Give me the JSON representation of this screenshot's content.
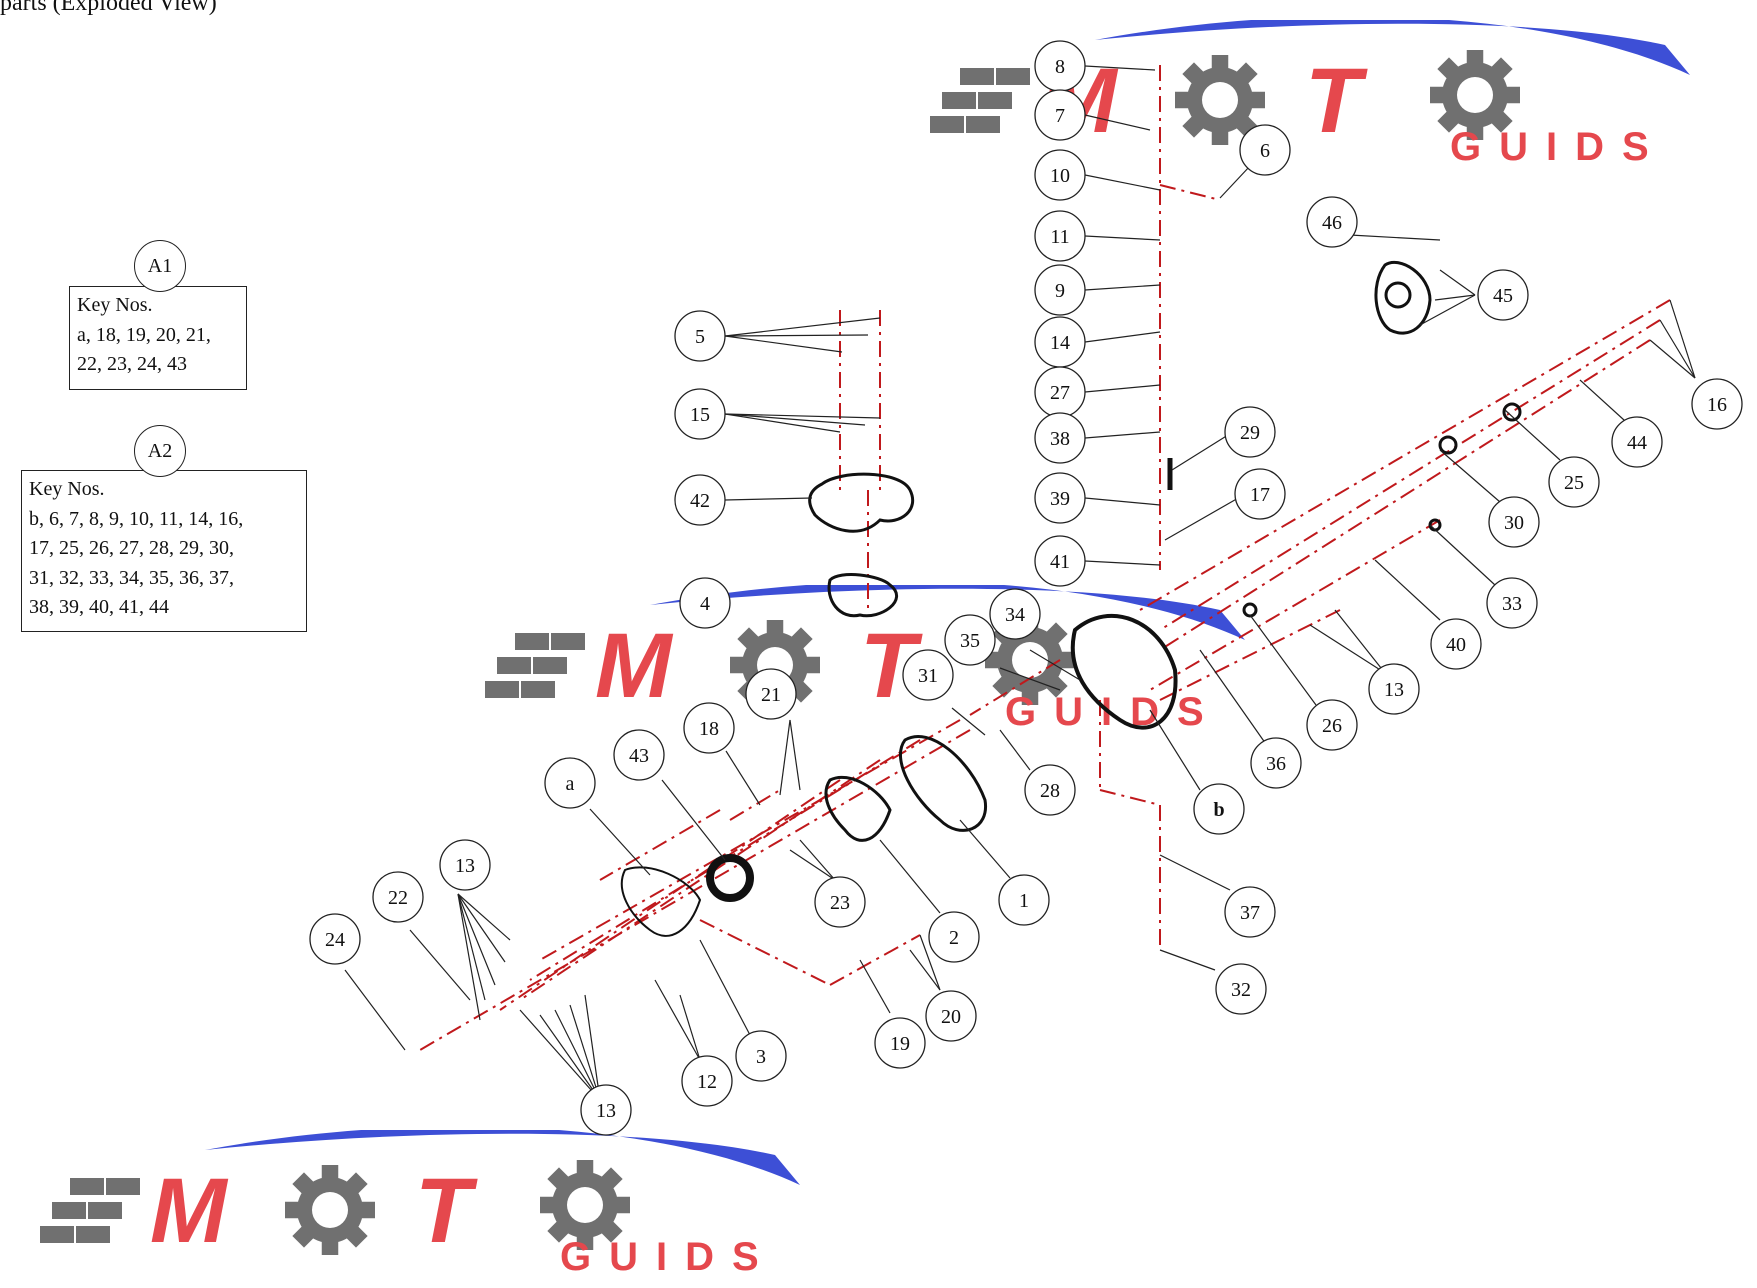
{
  "top_fragment": "parts (Exploded View)",
  "key_groups": [
    {
      "badge": "A1",
      "heading": "Key Nos.",
      "lines": [
        "a, 18, 19, 20, 21,",
        "22, 23, 24, 43"
      ]
    },
    {
      "badge": "A2",
      "heading": "Key Nos.",
      "lines": [
        "b, 6, 7, 8, 9, 10, 11, 14, 16,",
        "17, 25, 26, 27, 28, 29, 30,",
        "31, 32, 33, 34, 35, 36, 37,",
        "38, 39, 40, 41, 44"
      ]
    }
  ],
  "callouts": [
    "8",
    "7",
    "6",
    "10",
    "11",
    "9",
    "14",
    "27",
    "38",
    "39",
    "41",
    "29",
    "17",
    "46",
    "45",
    "16",
    "44",
    "25",
    "30",
    "33",
    "40",
    "13",
    "26",
    "36",
    "b",
    "37",
    "32",
    "5",
    "15",
    "42",
    "4",
    "34",
    "35",
    "31",
    "28",
    "21",
    "18",
    "43",
    "a",
    "23",
    "2",
    "1",
    "20",
    "19",
    "3",
    "12",
    "13",
    "13",
    "22",
    "24"
  ],
  "watermark": {
    "mark": "MOTO",
    "sub": "GUIDS",
    "colors": {
      "red": "#e5484d",
      "gray": "#707070",
      "blue": "#3d4fd6"
    }
  },
  "colors": {
    "leader": "#222222",
    "dash": "#c0191c",
    "part": "#111111"
  }
}
